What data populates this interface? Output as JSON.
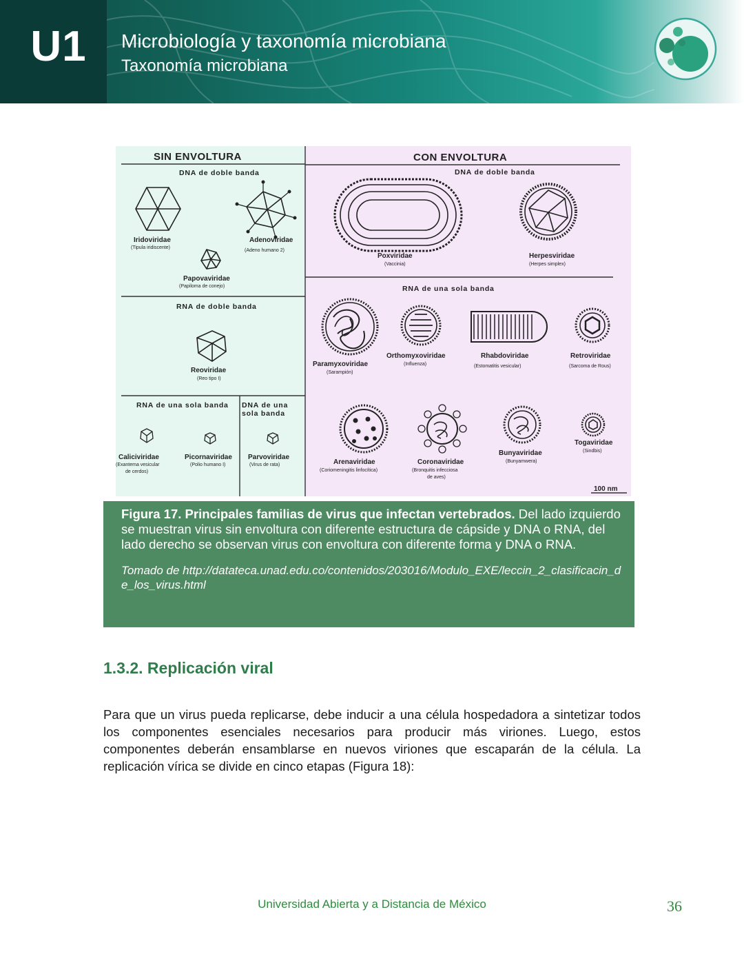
{
  "header": {
    "unit": "U1",
    "title": "Microbiología y taxonomía microbiana",
    "subtitle": "Taxonomía microbiana"
  },
  "figure": {
    "left_panel_title": "SIN ENVOLTURA",
    "right_panel_title": "CON ENVOLTURA",
    "sections": {
      "left_dna_double": "DNA de doble banda",
      "left_rna_double": "RNA de doble banda",
      "left_rna_single": "RNA de una sola banda",
      "left_dna_single_1": "DNA de una",
      "left_dna_single_2": "sola banda",
      "right_dna_double": "DNA de doble banda",
      "right_rna_single": "RNA de una sola banda"
    },
    "families": [
      {
        "name": "Iridoviridae",
        "example": "(Tipula iridiscente)"
      },
      {
        "name": "Adenoviridae",
        "example": "(Adeno humano 2)"
      },
      {
        "name": "Papovaviridae",
        "example": "(Papiloma de conejo)"
      },
      {
        "name": "Reoviridae",
        "example": "(Reo tipo I)"
      },
      {
        "name": "Caliciviridae",
        "example": "(Exantema vesicular",
        "example2": "de cerdos)"
      },
      {
        "name": "Picornaviridae",
        "example": "(Polio humano I)"
      },
      {
        "name": "Parvoviridae",
        "example": "(Virus de rata)"
      },
      {
        "name": "Poxviridae",
        "example": "(Vaccinia)"
      },
      {
        "name": "Herpesviridae",
        "example": "(Herpes simplex)"
      },
      {
        "name": "Paramyxoviridae",
        "example": "(Sarampión)"
      },
      {
        "name": "Orthomyxoviridae",
        "example": "(Influenza)"
      },
      {
        "name": "Rhabdoviridae",
        "example": "(Estomatitis vesicular)"
      },
      {
        "name": "Retroviridae",
        "example": "(Sarcoma de Rous)"
      },
      {
        "name": "Arenaviridae",
        "example": "(Coriomeningitis linfocítica)"
      },
      {
        "name": "Coronaviridae",
        "example": "(Bronquitis infecciosa",
        "example2": "de aves)"
      },
      {
        "name": "Bunyaviridae",
        "example": "(Bunyamwera)"
      },
      {
        "name": "Togaviridae",
        "example": "(Sindbis)"
      }
    ],
    "scale_label": "100 nm"
  },
  "caption": {
    "bold": "Figura 17. Principales familias de virus que infectan vertebrados.",
    "text": " Del lado izquierdo se muestran virus sin envoltura con diferente estructura de cápside y DNA o RNA, del lado derecho se observan virus con envoltura con diferente forma y DNA o RNA.",
    "source": "Tomado de http://datateca.unad.edu.co/contenidos/203016/Modulo_EXE/leccin_2_clasificacin_de_los_virus.html"
  },
  "section": {
    "heading": "1.3.2. Replicación viral",
    "paragraph": "Para que un virus pueda replicarse, debe inducir a una célula hospedadora a sintetizar todos los componentes esenciales necesarios para producir más viriones. Luego, estos componentes deberán ensamblarse en nuevos viriones que escaparán de la célula. La replicación vírica se divide en cinco etapas (Figura 18):"
  },
  "footer": {
    "institution": "Universidad Abierta y a Distancia de México",
    "page": "36"
  },
  "colors": {
    "header_dark": "#0b3b37",
    "header_teal": "#17857a",
    "caption_bg": "#4e8a62",
    "heading_green": "#2e7d4a",
    "footer_green": "#2e8b3d",
    "left_panel_bg": "#e6f7f1",
    "right_panel_bg": "#f5e6f8"
  }
}
